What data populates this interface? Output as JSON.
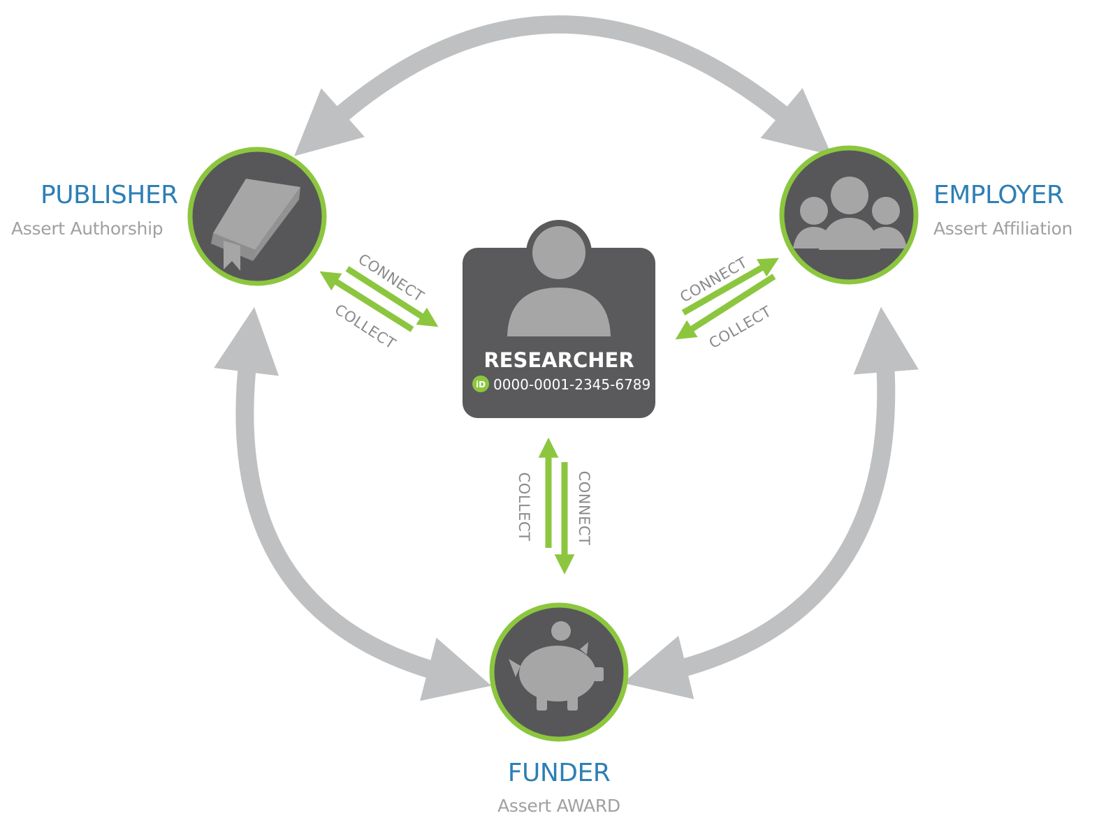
{
  "colors": {
    "accent_blue": "#2d7fb5",
    "subtitle_gray": "#a0a0a0",
    "node_dark": "#57575a",
    "node_ring": "#8cc63f",
    "icon_gray": "#a6a6a6",
    "cycle_arrow": "#bfc0c2",
    "link_green": "#8cc63f",
    "link_text": "#8a8a8a",
    "card_bg": "#5a5a5c",
    "card_text": "#ffffff",
    "orcid_badge": "#8cc63f"
  },
  "nodes": {
    "publisher": {
      "title": "PUBLISHER",
      "subtitle": "Assert Authorship",
      "icon": "book-icon"
    },
    "employer": {
      "title": "EMPLOYER",
      "subtitle": "Assert Affiliation",
      "icon": "people-icon"
    },
    "funder": {
      "title": "FUNDER",
      "subtitle": "Assert AWARD",
      "icon": "piggy-bank-icon"
    }
  },
  "researcher": {
    "title": "RESEARCHER",
    "id_badge": "iD",
    "orcid_id": "0000-0001-2345-6789",
    "icon": "person-icon"
  },
  "links": {
    "publisher": {
      "connect": "CONNECT",
      "collect": "COLLECT"
    },
    "employer": {
      "connect": "CONNECT",
      "collect": "COLLECT"
    },
    "funder": {
      "connect": "CONNECT",
      "collect": "COLLECT"
    }
  }
}
